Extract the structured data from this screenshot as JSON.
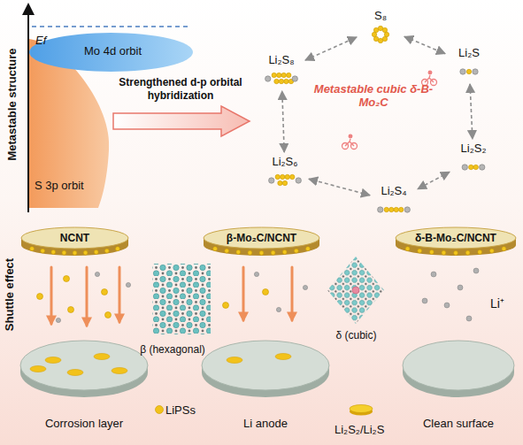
{
  "diagram": {
    "nodes": [
      {
        "text": [
          "Mo 4d orbit"
        ]
      },
      {
        "text": [
          "S 3p orbit"
        ]
      },
      {
        "text": [
          "S₈"
        ]
      },
      {
        "text": [
          "Li₂S"
        ]
      },
      {
        "text": [
          "Li₂S₂"
        ]
      },
      {
        "text": [
          "Li₂S₄"
        ]
      },
      {
        "text": [
          "Li₂S₆"
        ]
      },
      {
        "text": [
          "Li₂S₈"
        ]
      },
      {
        "text": [
          "NCNT"
        ]
      },
      {
        "text": [
          "β-Mo₂C/NCNT"
        ]
      },
      {
        "text": [
          "δ-B-Mo₂C/NCNT"
        ]
      },
      {
        "text": [
          "Corrosion layer"
        ]
      },
      {
        "text": [
          "Li anode"
        ]
      },
      {
        "text": [
          "Clean surface"
        ]
      }
    ],
    "edges": [
      {
        "from": 2,
        "to": 3,
        "arrow": "both"
      },
      {
        "from": 3,
        "to": 4,
        "arrow": "both"
      },
      {
        "from": 4,
        "to": 5,
        "arrow": "both"
      },
      {
        "from": 5,
        "to": 6,
        "arrow": "both"
      },
      {
        "from": 6,
        "to": 7,
        "arrow": "both"
      },
      {
        "from": 7,
        "to": 2,
        "arrow": "both"
      }
    ],
    "labels": [
      "Metastable structure",
      "Ef",
      "Strengthened d-p orbital hybridization",
      "Metastable cubic δ-B-Mo₂C",
      "Shuttle effect",
      "β (hexagonal)",
      "δ (cubic)",
      "LiPSs",
      "Li₂S₂/Li₂S",
      "Li⁺"
    ]
  }
}
